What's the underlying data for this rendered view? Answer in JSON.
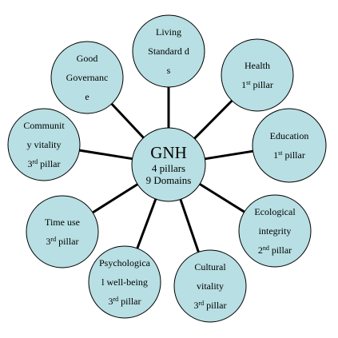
{
  "diagram": {
    "center": {
      "title": "GNH",
      "line1": "4 pillars",
      "line2": "9 Domains"
    },
    "domains": [
      {
        "lines": [
          "Living",
          "Standard d",
          "s"
        ]
      },
      {
        "lines": [
          "Health"
        ],
        "pillar_num": "1",
        "pillar_sup": "st",
        "pillar_word": " pillar"
      },
      {
        "lines": [
          "Education"
        ],
        "pillar_num": "1",
        "pillar_sup": "st",
        "pillar_word": " pillar"
      },
      {
        "lines": [
          "Ecological",
          "integrity"
        ],
        "pillar_num": "2",
        "pillar_sup": "nd",
        "pillar_word": " pillar"
      },
      {
        "lines": [
          "Cultural",
          "vitality"
        ],
        "pillar_num": "3",
        "pillar_sup": "rd",
        "pillar_word": " pillar"
      },
      {
        "lines": [
          "Psychologica",
          "l well-being"
        ],
        "pillar_num": "3",
        "pillar_sup": "rd",
        "pillar_word": " pillar"
      },
      {
        "lines": [
          "Time use"
        ],
        "pillar_num": "3",
        "pillar_sup": "rd",
        "pillar_word": " pillar"
      },
      {
        "lines": [
          "Communit",
          "y vitality"
        ],
        "pillar_num": "3",
        "pillar_sup": "rd",
        "pillar_word": " pillar"
      },
      {
        "lines": [
          "Good",
          "Governanc",
          "e"
        ]
      }
    ],
    "colors": {
      "node_fill": "#b8dfe3",
      "node_stroke": "#000000",
      "connector": "#000000"
    }
  }
}
